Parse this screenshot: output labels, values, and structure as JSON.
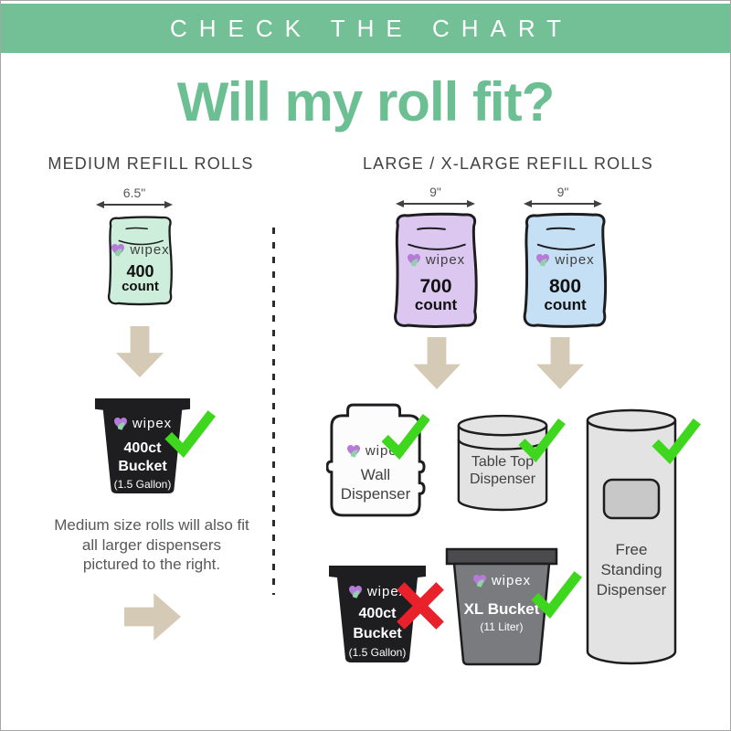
{
  "banner": {
    "label": "CHECK THE CHART"
  },
  "title": "Will my roll fit?",
  "brand_wordmark": "wipex",
  "left_column": {
    "heading": "MEDIUM REFILL ROLLS",
    "roll": {
      "width_label": "6.5\"",
      "brand": "wipex",
      "count": "400",
      "count_unit": "count",
      "color": "#cdeeda"
    },
    "bucket": {
      "brand": "wipex",
      "size": "400ct",
      "type": "Bucket",
      "capacity": "(1.5 Gallon)",
      "verdict": "fits"
    },
    "note_lines": [
      "Medium size rolls will also fit",
      "all larger dispensers",
      "pictured to the right."
    ]
  },
  "right_column": {
    "heading": "LARGE / X-LARGE REFILL ROLLS",
    "rolls": [
      {
        "width_label": "9\"",
        "brand": "wipex",
        "count": "700",
        "count_unit": "count",
        "color": "#dcc7f0"
      },
      {
        "width_label": "9\"",
        "brand": "wipex",
        "count": "800",
        "count_unit": "count",
        "color": "#c5e0f5"
      }
    ],
    "dispensers": [
      {
        "brand": "wipex",
        "line1": "Wall",
        "line2": "Dispenser",
        "verdict": "fits"
      },
      {
        "line1": "Table Top",
        "line2": "Dispenser",
        "verdict": "fits"
      },
      {
        "line1": "Free",
        "line2": "Standing",
        "line3": "Dispenser",
        "verdict": "fits"
      }
    ],
    "buckets": [
      {
        "brand": "wipex",
        "size": "400ct",
        "type": "Bucket",
        "capacity": "(1.5 Gallon)",
        "verdict": "does-not-fit"
      },
      {
        "brand": "wipex",
        "name": "XL Bucket",
        "capacity": "(11 Liter)",
        "verdict": "fits"
      }
    ]
  },
  "colors": {
    "banner_green": "#73c096",
    "title_green": "#6cbe93",
    "heading_dark": "#414042",
    "note_gray": "#57585a",
    "arrow_tan": "#d5cab5",
    "divider_dark": "#2b2b2b",
    "check_green": "#3fd61e",
    "cross_red": "#e8212a",
    "bag_mint": "#cdeeda",
    "bag_purple": "#dcc7f0",
    "bag_blue": "#c5e0f5",
    "outline_black": "#1d1d1f",
    "bucket_black": "#1e1e20",
    "xl_gray": "#7a7b7e",
    "xl_lid": "#4b4b4d",
    "dispenser_gray": "#e3e3e3",
    "dispenser_window": "#c8c8c8",
    "wall_white": "#fcfcfc",
    "heart_purple": "#b77ad9",
    "heart_green": "#8ed2a6",
    "brand_dark": "#3f3f41"
  }
}
